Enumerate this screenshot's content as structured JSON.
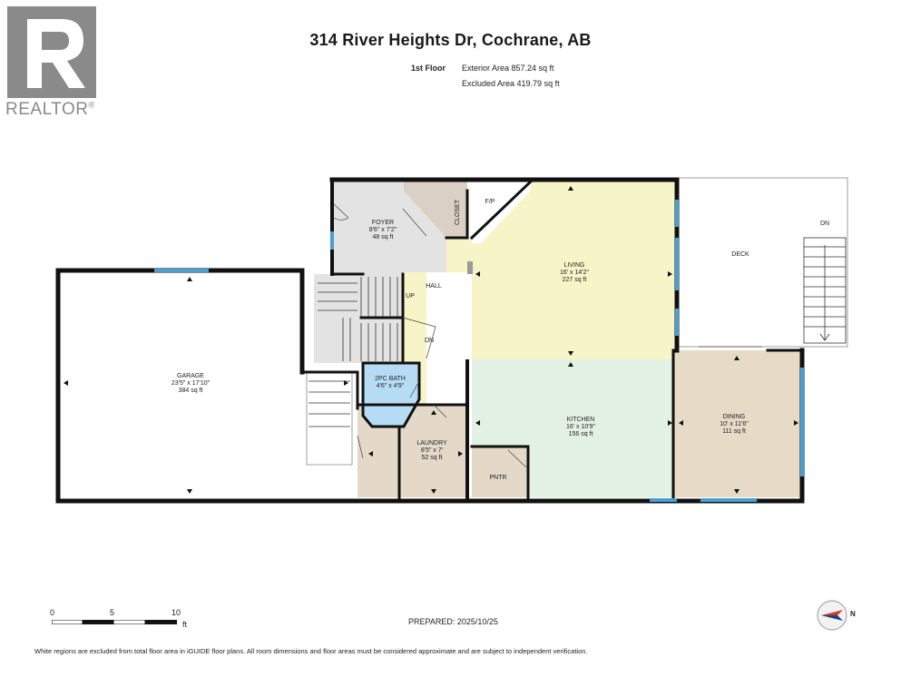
{
  "header": {
    "title": "314 River Heights Dr, Cochrane, AB",
    "floor": "1st Floor",
    "exterior_area": "Exterior Area 857.24 sq ft",
    "excluded_area": "Excluded Area 419.79 sq ft"
  },
  "logo": {
    "text": "REALTOR",
    "mark": "®"
  },
  "rooms": {
    "foyer": {
      "name": "FOYER",
      "dims": "8'6\" x 7'2\"",
      "area": "48 sq ft"
    },
    "closet": {
      "name": "CLOSET"
    },
    "fp": {
      "name": "F/P"
    },
    "living": {
      "name": "LIVING",
      "dims": "16' x 14'2\"",
      "area": "227 sq ft"
    },
    "deck": {
      "name": "DECK",
      "dn": "DN"
    },
    "hall": {
      "name": "HALL"
    },
    "up": {
      "name": "UP"
    },
    "dn": {
      "name": "DN"
    },
    "garage": {
      "name": "GARAGE",
      "dims": "23'5\" x 17'10\"",
      "area": "384 sq ft"
    },
    "bath": {
      "name": "2PC BATH",
      "dims": "4'6\" x 4'9\""
    },
    "laundry": {
      "name": "LAUNDRY",
      "dims": "8'5\" x 7'",
      "area": "52 sq ft"
    },
    "kitchen": {
      "name": "KITCHEN",
      "dims": "16' x 10'9\"",
      "area": "156 sq ft"
    },
    "pantry": {
      "name": "PNTR"
    },
    "dining": {
      "name": "DINING",
      "dims": "10' x 11'6\"",
      "area": "111 sq ft"
    }
  },
  "colors": {
    "foyer": "#e3e3e3",
    "closet": "#dbd0c4",
    "living": "#f7f4c7",
    "kitchen": "#e2f1e4",
    "dining": "#e7dbc8",
    "laundry": "#e4d9c9",
    "bath": "#b6dcf5",
    "stairs": "#e3e3e3",
    "wall": "#111111",
    "window": "#4a9fd1"
  },
  "scale": {
    "zero": "0",
    "five": "5",
    "ten": "10",
    "unit": "ft"
  },
  "footer": {
    "prepared": "PREPARED: 2025/10/25",
    "compass_label": "N",
    "disclaimer": "White regions are excluded from total floor area in iGUIDE floor plans. All room dimensions and floor areas must be considered approximate and are subject to independent verification."
  }
}
